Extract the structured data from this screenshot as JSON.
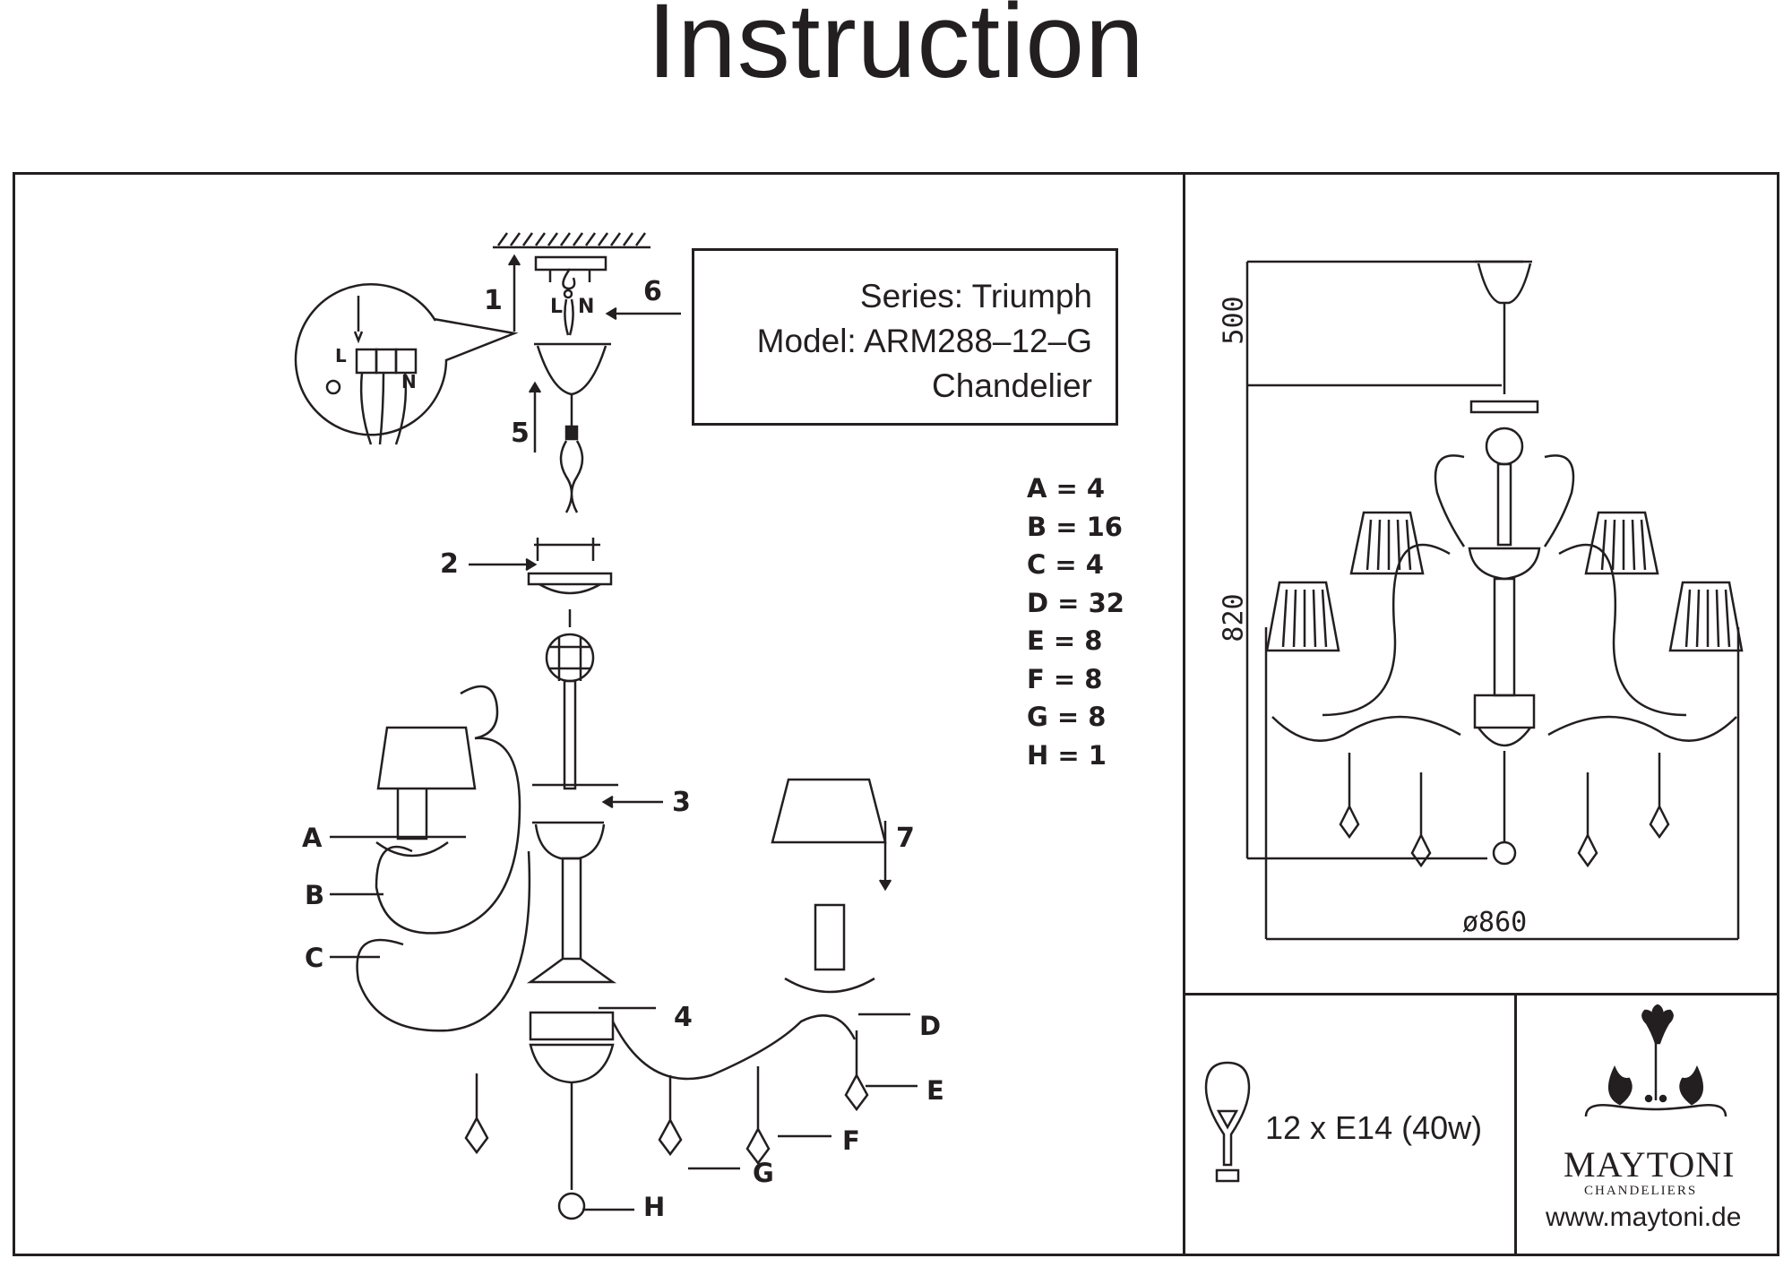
{
  "document": {
    "title": "Instruction",
    "info": {
      "series": "Series: Triumph",
      "model": "Model: ARM288–12–G",
      "type": "Chandelier"
    },
    "parts_list": [
      {
        "label": "A = 4"
      },
      {
        "label": "B = 16"
      },
      {
        "label": "C = 4"
      },
      {
        "label": "D = 32"
      },
      {
        "label": "E = 8"
      },
      {
        "label": "F = 8"
      },
      {
        "label": "G = 8"
      },
      {
        "label": "H = 1"
      }
    ],
    "steps": [
      "1",
      "2",
      "3",
      "4",
      "5",
      "6",
      "7"
    ],
    "part_callouts": [
      "A",
      "B",
      "C",
      "D",
      "E",
      "F",
      "G",
      "H"
    ],
    "wiring_labels": {
      "live": "L",
      "neutral": "N"
    },
    "dimensions": {
      "chain_height": "500",
      "body_height": "820",
      "diameter": "ø860"
    },
    "bulb": {
      "spec": "12 x E14 (40w)"
    },
    "brand": {
      "name": "MAYTONI",
      "subtitle": "CHANDELIERS",
      "url": "www.maytoni.de"
    }
  }
}
